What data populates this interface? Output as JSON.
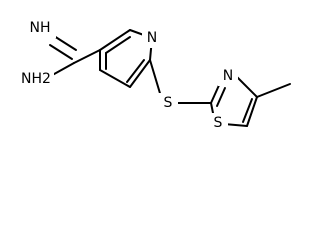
{
  "structure": {
    "atoms": {
      "imine": "NH",
      "amine": "NH2",
      "pyridine_n": "N",
      "sulfur_link": "S",
      "thiazole_n": "N",
      "thiazole_s": "S"
    }
  }
}
